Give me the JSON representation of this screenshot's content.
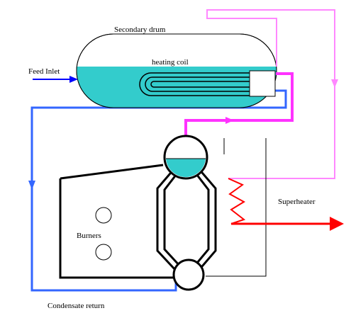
{
  "labels": {
    "secondary_drum": "Secondary drum",
    "heating_coil": "heating coil",
    "feed_inlet": "Feed Inlet",
    "burners": "Burners",
    "superheater": "Superheater",
    "condensate_return": "Condensate return"
  },
  "colors": {
    "water": "#33cccc",
    "feedwater_pipe": "#3366ff",
    "feed_arrow": "#0000ff",
    "steam_to_coil": "#ff33ff",
    "steam_loop": "#ff88ff",
    "superheated_outlet": "#ff0000",
    "structure": "#000000"
  }
}
